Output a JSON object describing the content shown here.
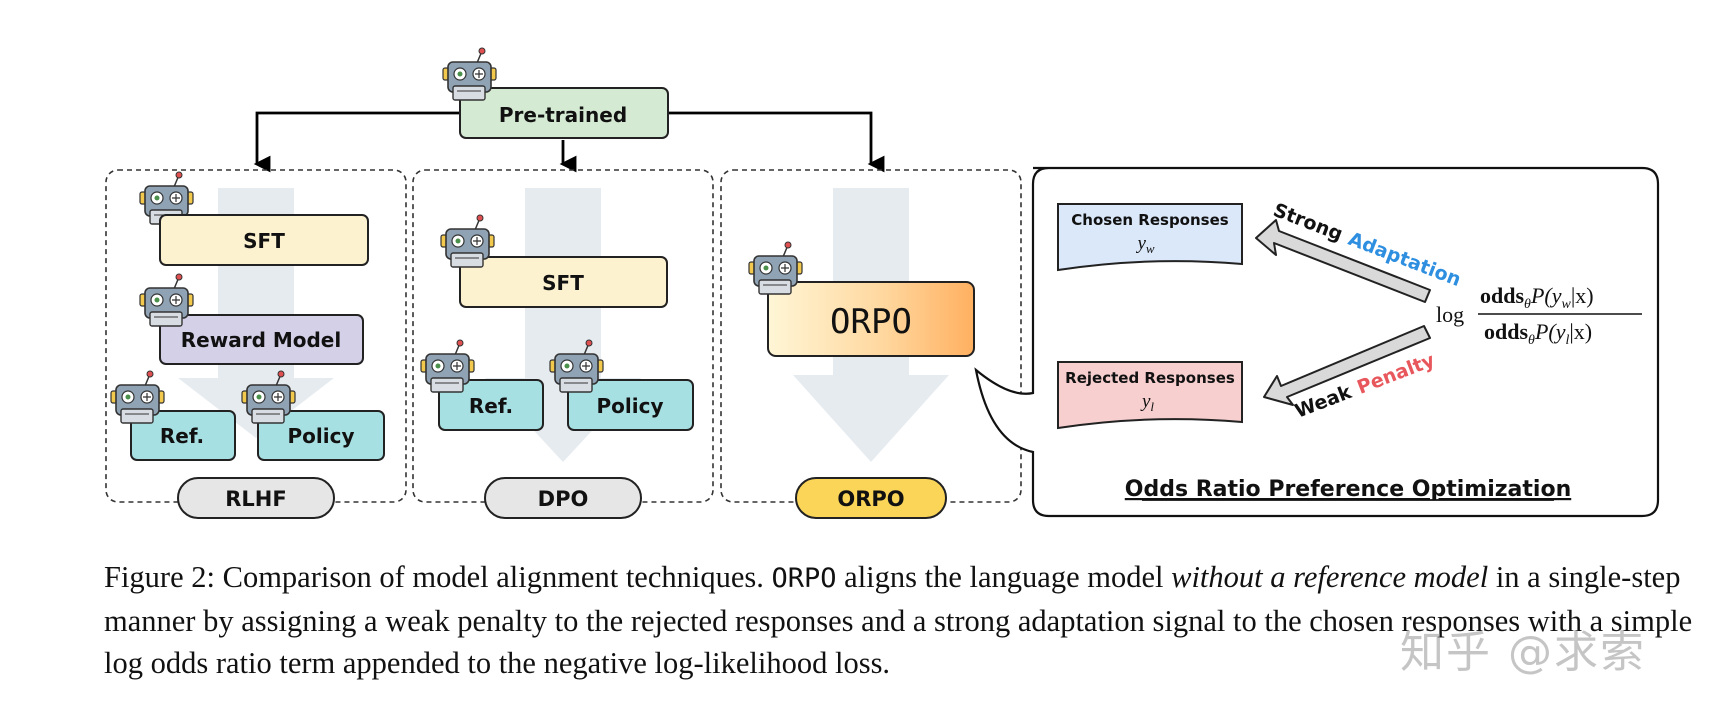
{
  "top_box": {
    "label": "Pre-trained"
  },
  "panels": {
    "rlhf": {
      "name": "RLHF",
      "sft": "SFT",
      "reward": "Reward Model",
      "ref": "Ref.",
      "policy": "Policy"
    },
    "dpo": {
      "name": "DPO",
      "sft": "SFT",
      "ref": "Ref.",
      "policy": "Policy"
    },
    "orpo": {
      "name": "ORPO",
      "box": "ORPO"
    }
  },
  "detail": {
    "chosen_title": "Chosen Responses",
    "chosen_sym": "y",
    "chosen_sub": "w",
    "rejected_title": "Rejected Responses",
    "rejected_sym": "y",
    "rejected_sub": "l",
    "strong_word1": "Strong",
    "strong_word2": "Adaptation",
    "weak_word1": "Weak",
    "weak_word2": "Penalty",
    "log": "log",
    "odds": "odds",
    "theta": "θ",
    "p_open": "P(y",
    "sub_w": "w",
    "sub_l": "l",
    "p_close": "|x)",
    "title": "Odds Ratio Preference Optimization"
  },
  "caption": {
    "part1": "Figure 2: Comparison of model alignment techniques. ",
    "mono": "ORPO",
    "part2": " aligns the language model ",
    "italic": "without a reference model",
    "part3": " in a single-step manner by assigning a weak penalty to the rejected responses and a strong adaptation signal to the chosen responses with a simple log odds ratio term appended to the negative log-likelihood loss."
  },
  "watermark": "知乎 @求索",
  "colors": {
    "pretrained_fill": "#d5ead3",
    "sft_fill": "#fdf2d0",
    "reward_fill": "#d4d0e8",
    "ref_policy_fill": "#a7e0e3",
    "orpo_badge": "#fbd558",
    "gray_badge": "#e6e6e6",
    "chosen_fill": "#dbe8fa",
    "rejected_fill": "#f7cfcf",
    "adaptation_text": "#2e8fe0",
    "penalty_text": "#e8575c"
  }
}
